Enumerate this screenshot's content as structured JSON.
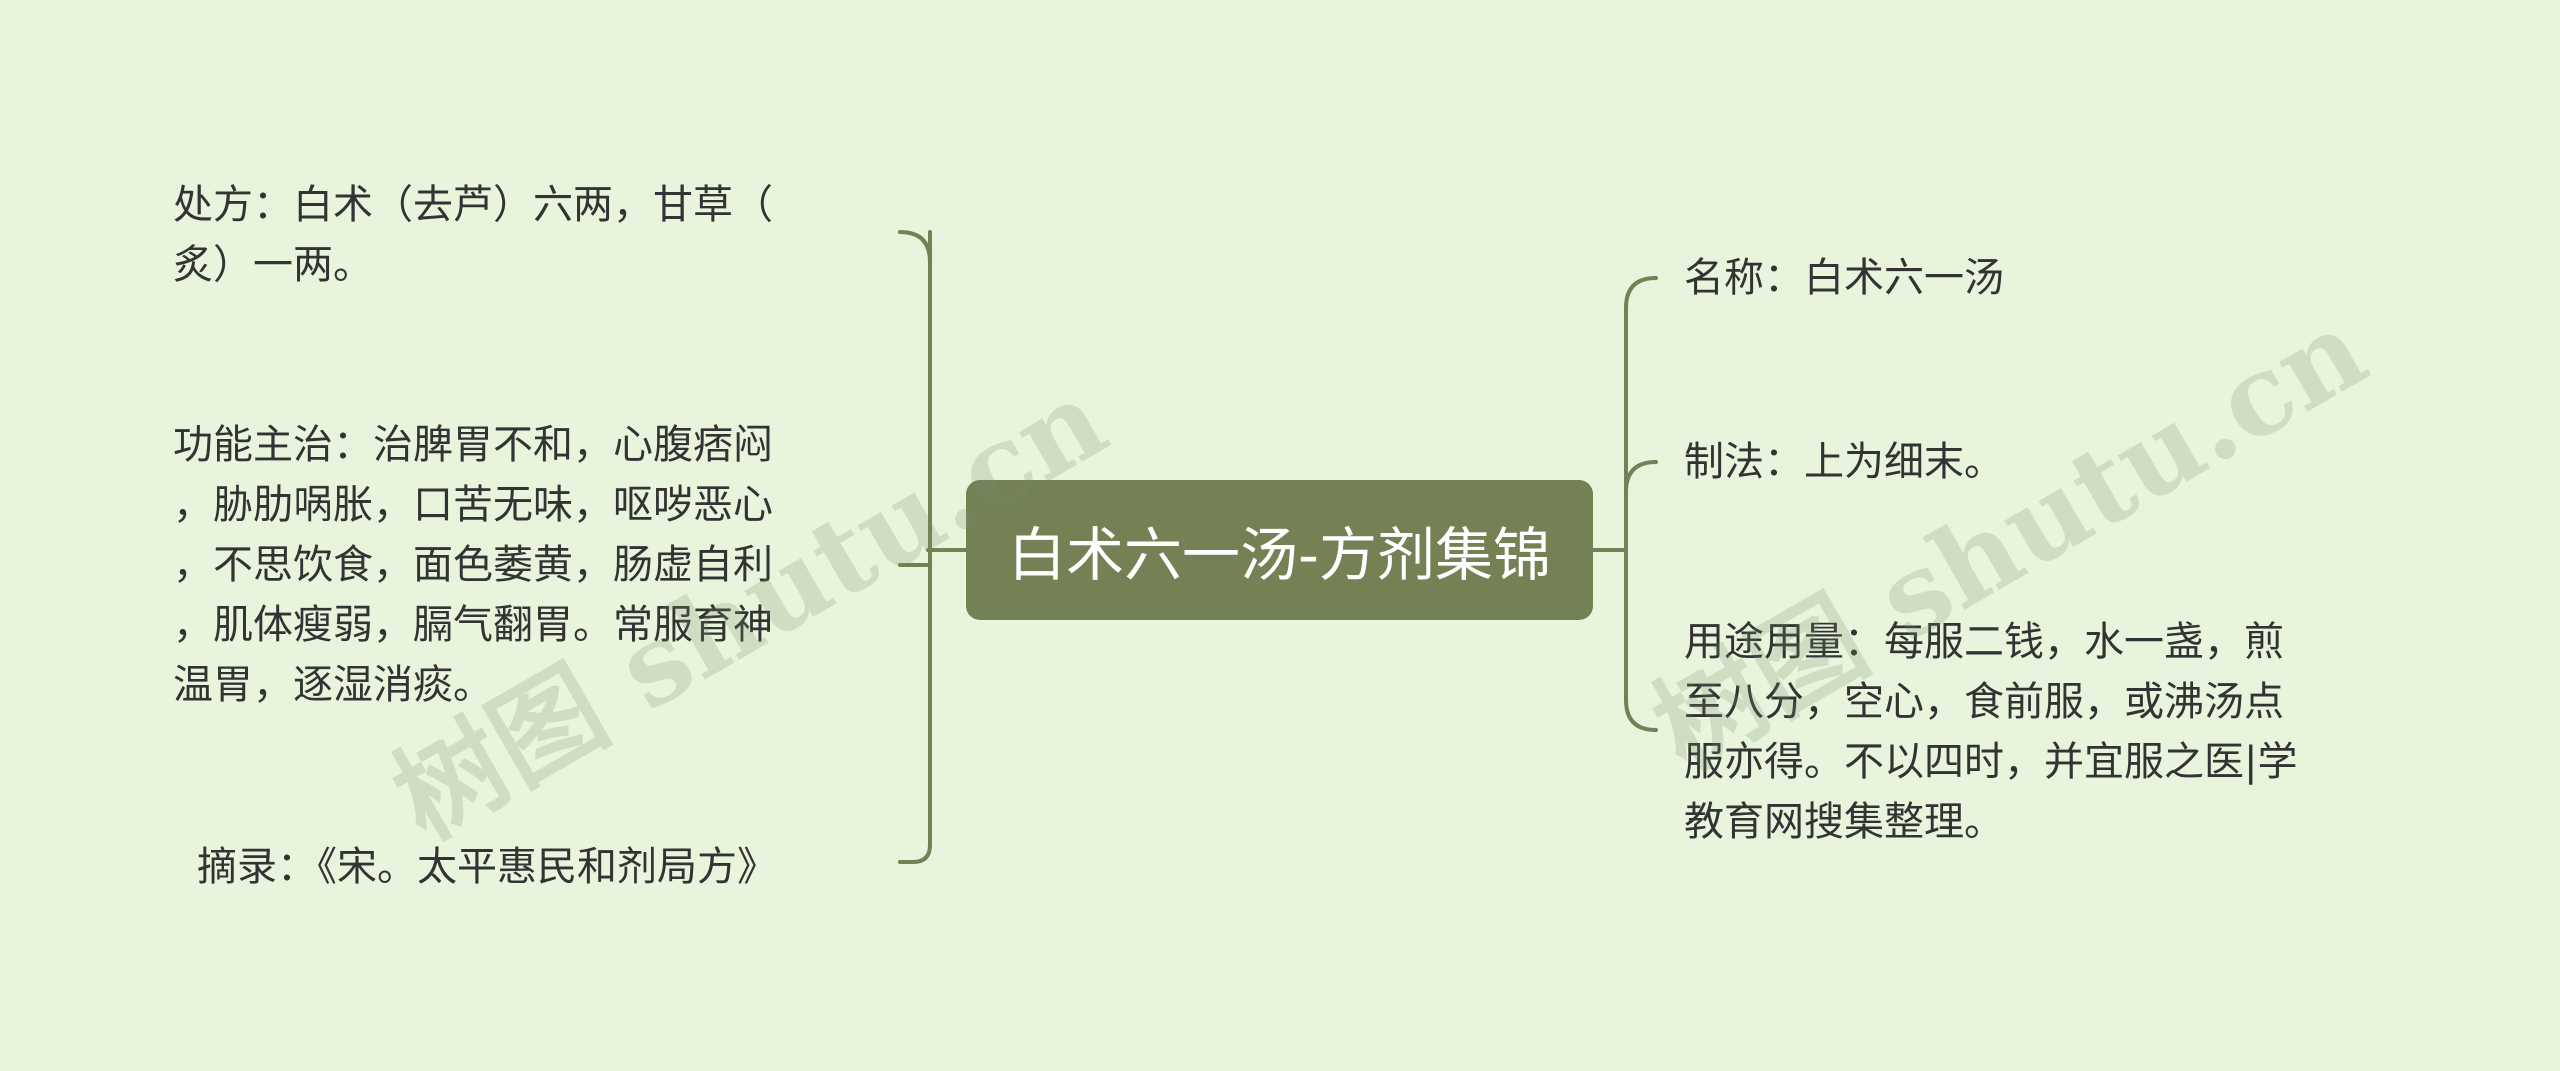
{
  "center": {
    "label": "白术六一汤-方剂集锦"
  },
  "left": {
    "nodes": [
      {
        "lines": [
          "处方：白术（去芦）六两，甘草（",
          "炙）一两。"
        ]
      },
      {
        "lines": [
          "功能主治：治脾胃不和，心腹痞闷",
          "，胁肋㖞胀，口苦无味，呕哕恶心",
          "，不思饮食，面色萎黄，肠虚自利",
          "，肌体瘦弱，膈气翻胃。常服育神",
          "温胃，逐湿消痰。"
        ]
      },
      {
        "lines": [
          "摘录：《宋。太平惠民和剂局方》"
        ]
      }
    ]
  },
  "right": {
    "nodes": [
      {
        "lines": [
          "名称：白术六一汤"
        ]
      },
      {
        "lines": [
          "制法：上为细末。"
        ]
      },
      {
        "lines": [
          "用途用量：每服二钱，水一盏，煎",
          "至八分，空心，食前服，或沸汤点",
          "服亦得。不以四时，并宜服之医|学",
          "教育网搜集整理。"
        ]
      }
    ]
  },
  "watermarks": [
    "树图 shutu.cn",
    "树图 shutu.cn"
  ],
  "colors": {
    "background": "#e8f5dc",
    "node_fill": "#748154",
    "connector": "#748154",
    "text": "#333333"
  }
}
